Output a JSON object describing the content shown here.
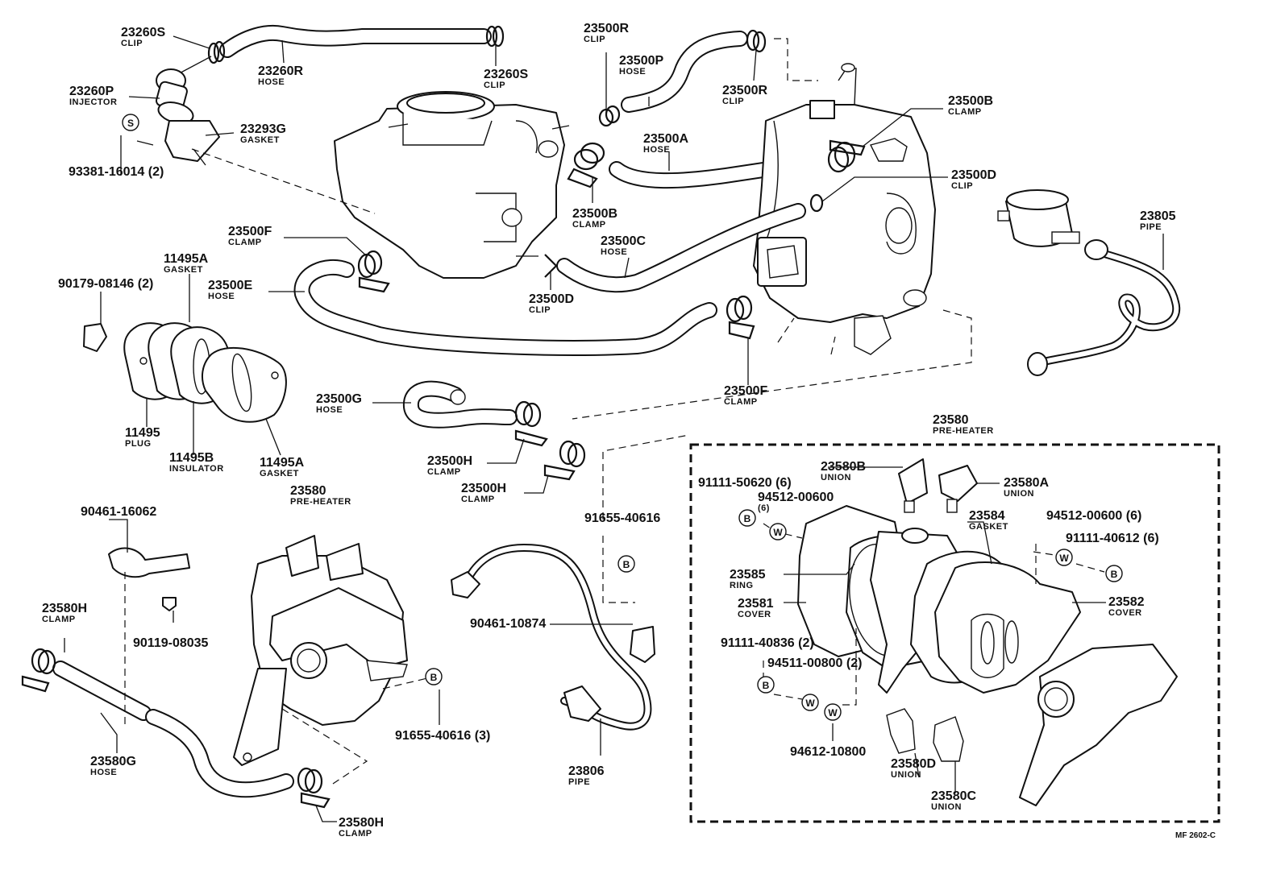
{
  "diagram_code": "MF 2602-C",
  "labels": [
    {
      "id": "p23260S_a",
      "part": "23260S",
      "desc": "CLIP"
    },
    {
      "id": "p23260R",
      "part": "23260R",
      "desc": "HOSE"
    },
    {
      "id": "p23260S_b",
      "part": "23260S",
      "desc": "CLIP"
    },
    {
      "id": "p23260P",
      "part": "23260P",
      "desc": "INJECTOR"
    },
    {
      "id": "p23293G",
      "part": "23293G",
      "desc": "GASKET"
    },
    {
      "id": "p93381",
      "part": "93381-16014 (2)",
      "desc": ""
    },
    {
      "id": "p23500R_a",
      "part": "23500R",
      "desc": "CLIP"
    },
    {
      "id": "p23500P",
      "part": "23500P",
      "desc": "HOSE"
    },
    {
      "id": "p23500R_b",
      "part": "23500R",
      "desc": "CLIP"
    },
    {
      "id": "p23500B_a",
      "part": "23500B",
      "desc": "CLAMP"
    },
    {
      "id": "p23500A",
      "part": "23500A",
      "desc": "HOSE"
    },
    {
      "id": "p23500D_a",
      "part": "23500D",
      "desc": "CLIP"
    },
    {
      "id": "p23500B_b",
      "part": "23500B",
      "desc": "CLAMP"
    },
    {
      "id": "p23500F_a",
      "part": "23500F",
      "desc": "CLAMP"
    },
    {
      "id": "p23500C",
      "part": "23500C",
      "desc": "HOSE"
    },
    {
      "id": "p23500D_b",
      "part": "23500D",
      "desc": "CLIP"
    },
    {
      "id": "p23500E",
      "part": "23500E",
      "desc": "HOSE"
    },
    {
      "id": "p11495A_a",
      "part": "11495A",
      "desc": "GASKET"
    },
    {
      "id": "p90179",
      "part": "90179-08146 (2)",
      "desc": ""
    },
    {
      "id": "p23805",
      "part": "23805",
      "desc": "PIPE"
    },
    {
      "id": "p23500F_b",
      "part": "23500F",
      "desc": "CLAMP"
    },
    {
      "id": "p23500G",
      "part": "23500G",
      "desc": "HOSE"
    },
    {
      "id": "p11495",
      "part": "11495",
      "desc": "PLUG"
    },
    {
      "id": "p11495B",
      "part": "11495B",
      "desc": "INSULATOR"
    },
    {
      "id": "p11495A_b",
      "part": "11495A",
      "desc": "GASKET"
    },
    {
      "id": "p23500H_a",
      "part": "23500H",
      "desc": "CLAMP"
    },
    {
      "id": "p23500H_b",
      "part": "23500H",
      "desc": "CLAMP"
    },
    {
      "id": "p23580_top",
      "part": "23580",
      "desc": "PRE-HEATER"
    },
    {
      "id": "p23580B",
      "part": "23580B",
      "desc": "UNION"
    },
    {
      "id": "p23580A",
      "part": "23580A",
      "desc": "UNION"
    },
    {
      "id": "p91111_50620",
      "part": "91111-50620 (6)",
      "desc": ""
    },
    {
      "id": "p94512_a",
      "part": "94512-00600",
      "desc": "(6)"
    },
    {
      "id": "p23584",
      "part": "23584",
      "desc": "GASKET"
    },
    {
      "id": "p94512_b",
      "part": "94512-00600 (6)",
      "desc": ""
    },
    {
      "id": "p91111_40612",
      "part": "91111-40612 (6)",
      "desc": ""
    },
    {
      "id": "p90461_16062",
      "part": "90461-16062",
      "desc": ""
    },
    {
      "id": "p23580_left",
      "part": "23580",
      "desc": "PRE-HEATER"
    },
    {
      "id": "p91655_a",
      "part": "91655-40616",
      "desc": ""
    },
    {
      "id": "p23585",
      "part": "23585",
      "desc": "RING"
    },
    {
      "id": "p23581",
      "part": "23581",
      "desc": "COVER"
    },
    {
      "id": "p23582",
      "part": "23582",
      "desc": "COVER"
    },
    {
      "id": "p23580H_a",
      "part": "23580H",
      "desc": "CLAMP"
    },
    {
      "id": "p90119",
      "part": "90119-08035",
      "desc": ""
    },
    {
      "id": "p90461_10874",
      "part": "90461-10874",
      "desc": ""
    },
    {
      "id": "p91111_40836",
      "part": "91111-40836 (2)",
      "desc": ""
    },
    {
      "id": "p94511",
      "part": "94511-00800 (2)",
      "desc": ""
    },
    {
      "id": "p91655_b",
      "part": "91655-40616 (3)",
      "desc": ""
    },
    {
      "id": "p23580G",
      "part": "23580G",
      "desc": "HOSE"
    },
    {
      "id": "p94612",
      "part": "94612-10800",
      "desc": ""
    },
    {
      "id": "p23580D",
      "part": "23580D",
      "desc": "UNION"
    },
    {
      "id": "p23806",
      "part": "23806",
      "desc": "PIPE"
    },
    {
      "id": "p23580C",
      "part": "23580C",
      "desc": "UNION"
    },
    {
      "id": "p23580H_b",
      "part": "23580H",
      "desc": "CLAMP"
    }
  ],
  "symbols": {
    "S": "S",
    "B": "B",
    "W": "W"
  }
}
